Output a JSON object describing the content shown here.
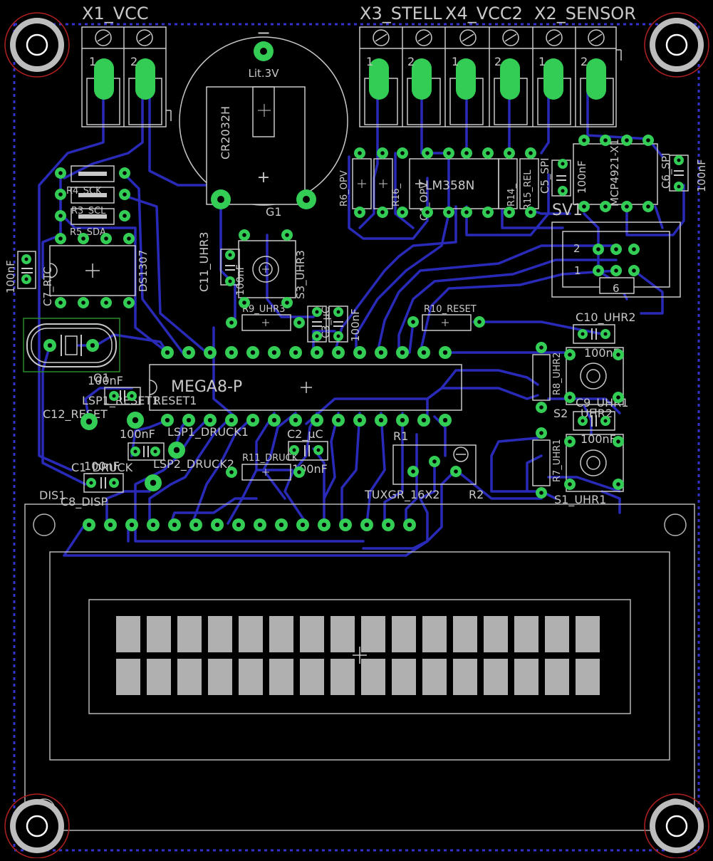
{
  "colors": {
    "background": "#000000",
    "silkscreen": "#c8c8c8",
    "outline": "#b4b4b4",
    "pad": "#33cc55",
    "trace": "#2a2ab8",
    "boundary": "#3333cc",
    "hole_ring": "#b02020",
    "display_cell": "#b0b0b0"
  },
  "labels": {
    "x1": "X1_VCC",
    "x3": "X3_STELL",
    "x4": "X4_VCC2",
    "x2": "X2_SENSOR",
    "pin1": "1",
    "pin2": "2",
    "battery_minus": "−",
    "battery_plus": "+",
    "battery_voltage": "Lit.3V",
    "battery_model": "CR2032H",
    "g1": "G1",
    "r4": "R4_SCK",
    "r3": "R3_SCL",
    "r5": "R5_SDA",
    "nf_left": "100nF",
    "c7": "C7_RTC",
    "ds1307": "DS1307",
    "c11": "C11_UHR3",
    "c11_val": "100nF",
    "s3": "S3_UHR3",
    "r9": "R9_UHR3",
    "c3": "C3_µC",
    "c3_val": "100nF",
    "r6": "R6_OPV",
    "r16": "R16_",
    "c4": "C4_OPV",
    "lm358": "LM358N",
    "r14": "R14_",
    "r15": "R15_REL",
    "c5": "C5_SPI",
    "c5_val": "100nF",
    "mcp": "MCP4921-X1",
    "c6": "C6_SPI",
    "c6_val": "100nF",
    "sv1": "SV1",
    "sv_pin2": "2",
    "sv_pin1": "1",
    "sv_pin6": "6",
    "r10": "R10_RESET",
    "c10": "C10_UHR2",
    "c10_val": "100nF",
    "q1": "Q1",
    "q1_val": "100nF",
    "mega": "MEGA8-P",
    "lsp1_reset": "LSP1_RESET1",
    "reset1": "RESET1",
    "c12": "C12_RESET",
    "c12_val": "100nF",
    "lsp1_druck": "LSP1_DRUCK1",
    "c2": "C2_µC",
    "c2_val": "100nF",
    "r11": "R11_DRUCK",
    "c1": "C1_DRUCK",
    "c1_val": "100nF",
    "lsp2": "LSP2_DRUCK2",
    "r1": "R1",
    "r2": "R2",
    "tuxgr": "TUXGR_16X2",
    "r8": "R8_UHR2",
    "c9": "C9_UHR1",
    "s2": "S2",
    "s2_uhr2": "UHR2",
    "c9_val": "100nF",
    "r7": "R7_UHR1",
    "s1": "S1_UHR1",
    "dis1": "DIS1",
    "c8": "C8_DISP"
  },
  "display": {
    "columns": 16,
    "rows": 2
  }
}
